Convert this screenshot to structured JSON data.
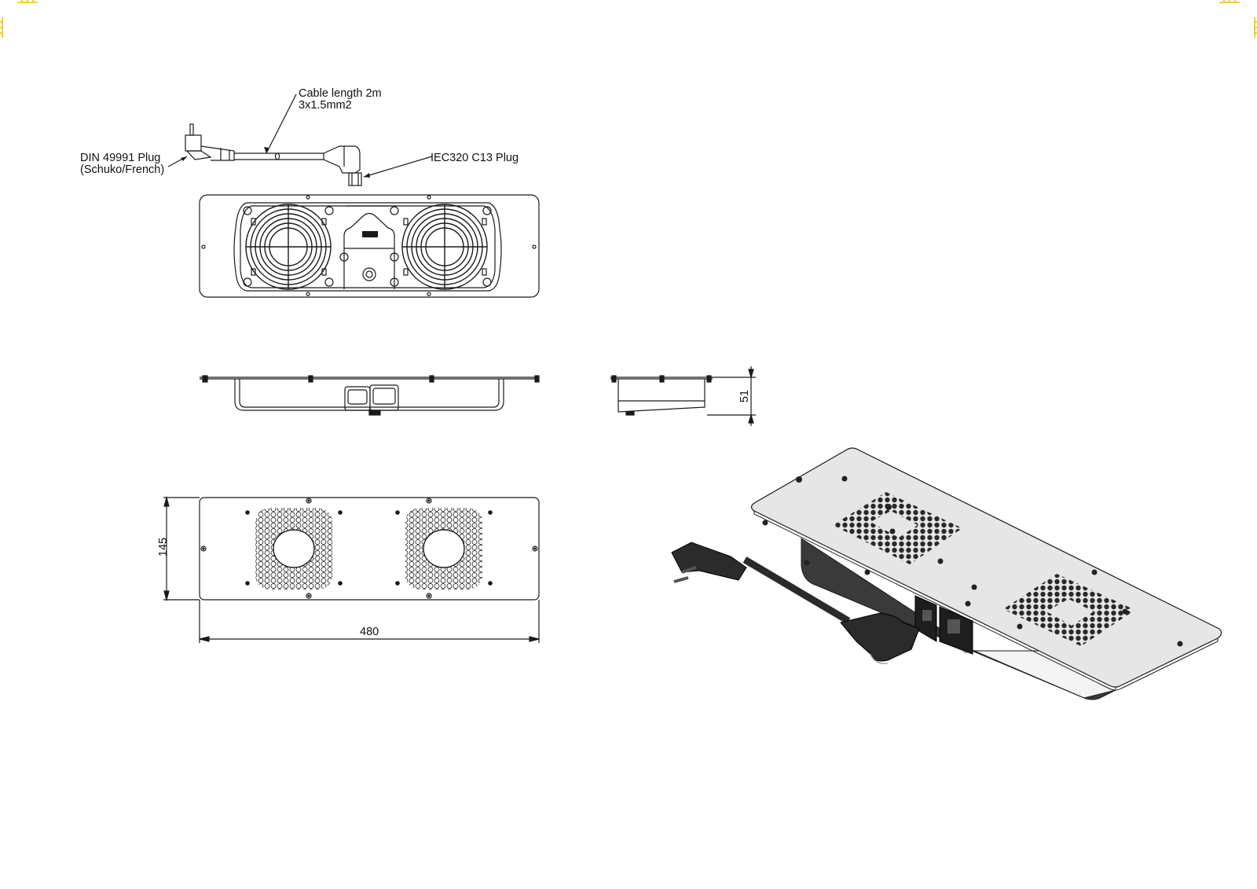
{
  "drawing": {
    "subject": "19in rack fan unit with 2 fans",
    "views": [
      "top-view",
      "front-view",
      "side-view",
      "bottom-view",
      "isometric-view"
    ]
  },
  "callouts": {
    "cable": {
      "line1": "Cable length 2m",
      "line2": "3x1.5mm2"
    },
    "plug_left": {
      "line1": "DIN 49991 Plug",
      "line2": "(Schuko/French)"
    },
    "plug_right": {
      "line1": "IEC320 C13 Plug"
    }
  },
  "dimensions": {
    "height": "51",
    "depth": "145",
    "width": "480"
  },
  "colors": {
    "line": "#1a1a1a",
    "corner_marks": "#f2c200",
    "iso_plate": "#e6e6e6",
    "iso_body": "#3a3a3a"
  }
}
